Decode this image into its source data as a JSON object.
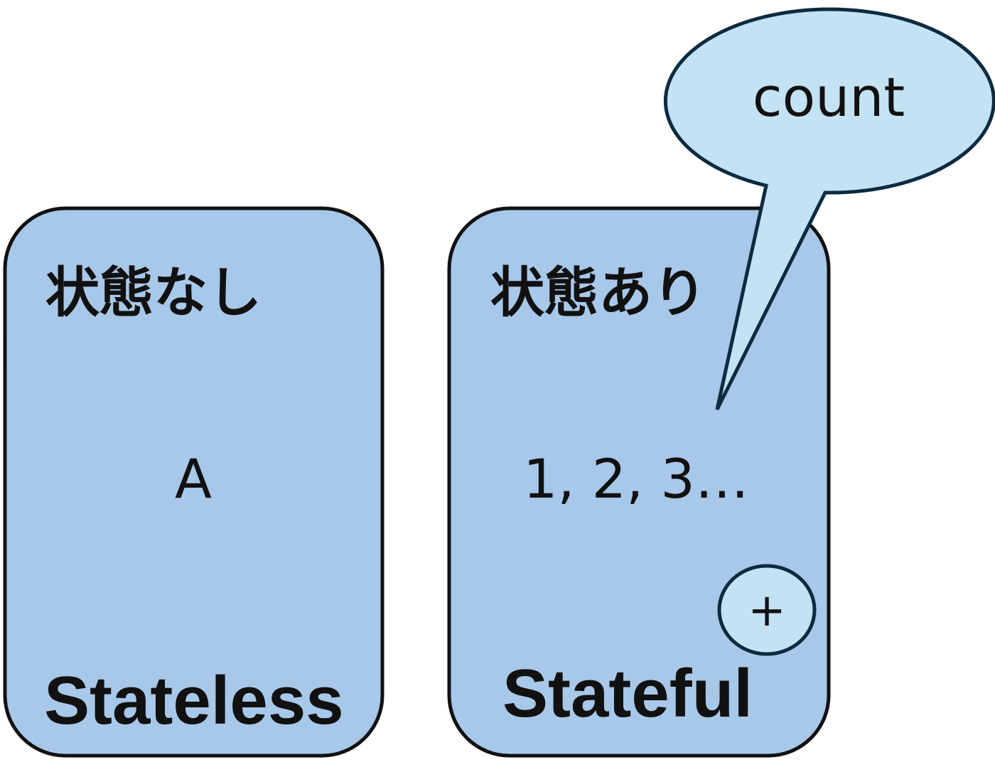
{
  "colors": {
    "card_fill": "#a8c8ea",
    "bubble_fill": "#c3e3f4",
    "stroke": "#111111",
    "bubble_stroke": "#0d2a3f"
  },
  "stateless_card": {
    "title": "状態なし",
    "value": "A",
    "footer": "Stateless"
  },
  "stateful_card": {
    "title": "状態あり",
    "value": "1, 2, 3…",
    "footer": "Stateful"
  },
  "speech_bubble": {
    "label": "count"
  },
  "increment_button": {
    "label": "+",
    "icon": "plus-icon"
  }
}
